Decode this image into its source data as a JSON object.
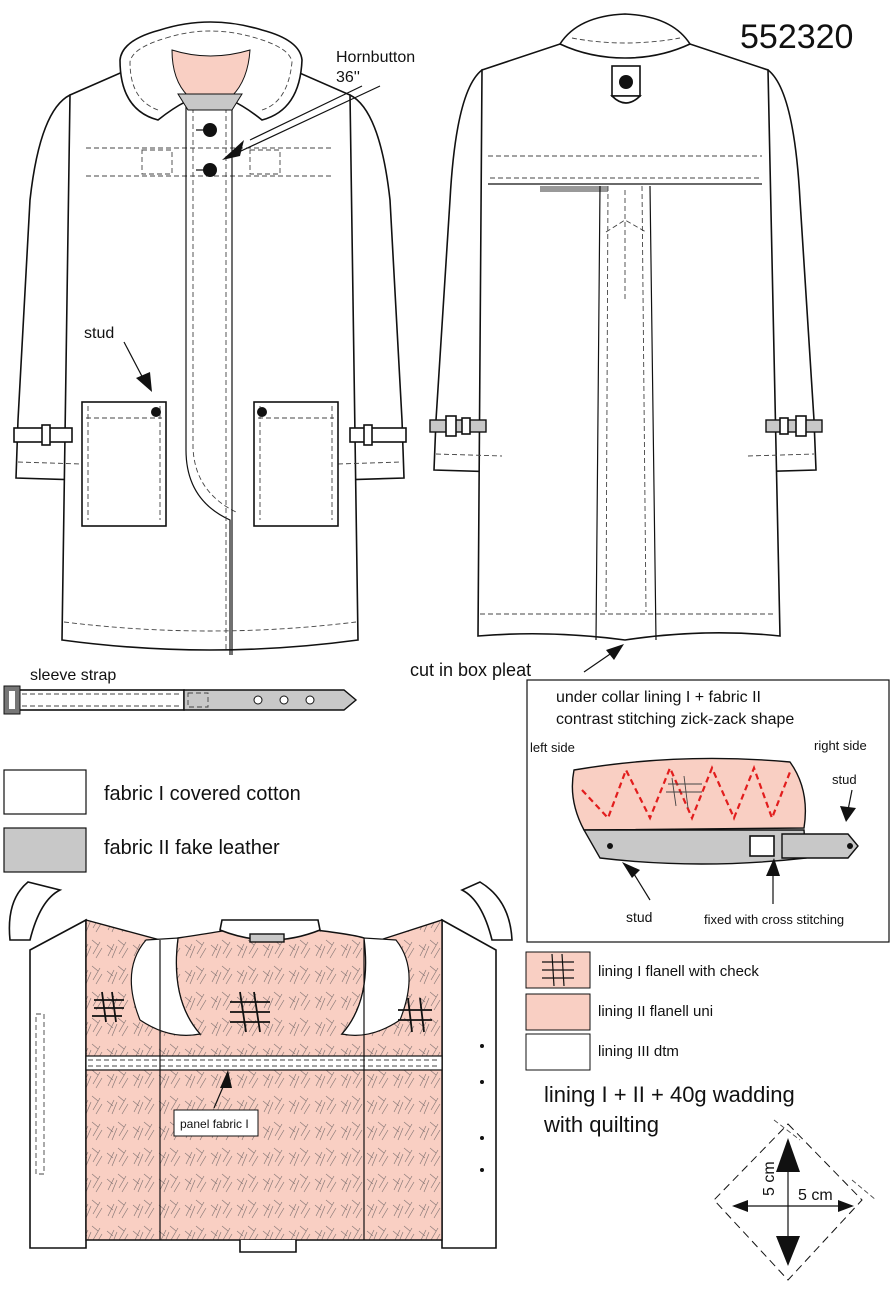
{
  "style_number": "552320",
  "callouts": {
    "hornbutton": "Hornbutton",
    "hornbutton_size": "36''",
    "stud_front": "stud",
    "box_pleat": "cut in box pleat",
    "sleeve_strap": "sleeve strap",
    "panel_fabric": "panel fabric I"
  },
  "fabric_legend": [
    {
      "label": "fabric I covered cotton",
      "color": "#ffffff"
    },
    {
      "label": "fabric II fake leather",
      "color": "#c8c8c8"
    }
  ],
  "collar_detail": {
    "title_line1": "under collar lining I + fabric II",
    "title_line2": "contrast stitching zick-zack shape",
    "left_side": "left side",
    "right_side": "right side",
    "stud_right": "stud",
    "stud_bottom": "stud",
    "cross_stitching": "fixed with cross stitching",
    "stitch_color": "#e21d1d"
  },
  "lining_legend": [
    {
      "label": "lining I flanell with check",
      "color": "#f9cfc3",
      "check": true
    },
    {
      "label": "lining II flanell uni",
      "color": "#f9cfc3",
      "check": false
    },
    {
      "label": "lining III dtm",
      "color": "#ffffff",
      "check": false
    }
  ],
  "quilting": {
    "line1": "lining I + II + 40g wadding",
    "line2": "with quilting",
    "dim_vertical": "5 cm",
    "dim_horizontal": "5 cm"
  },
  "colors": {
    "leather": "#c8c8c8",
    "lining_pink": "#f9cfc3",
    "outline": "#111111"
  }
}
